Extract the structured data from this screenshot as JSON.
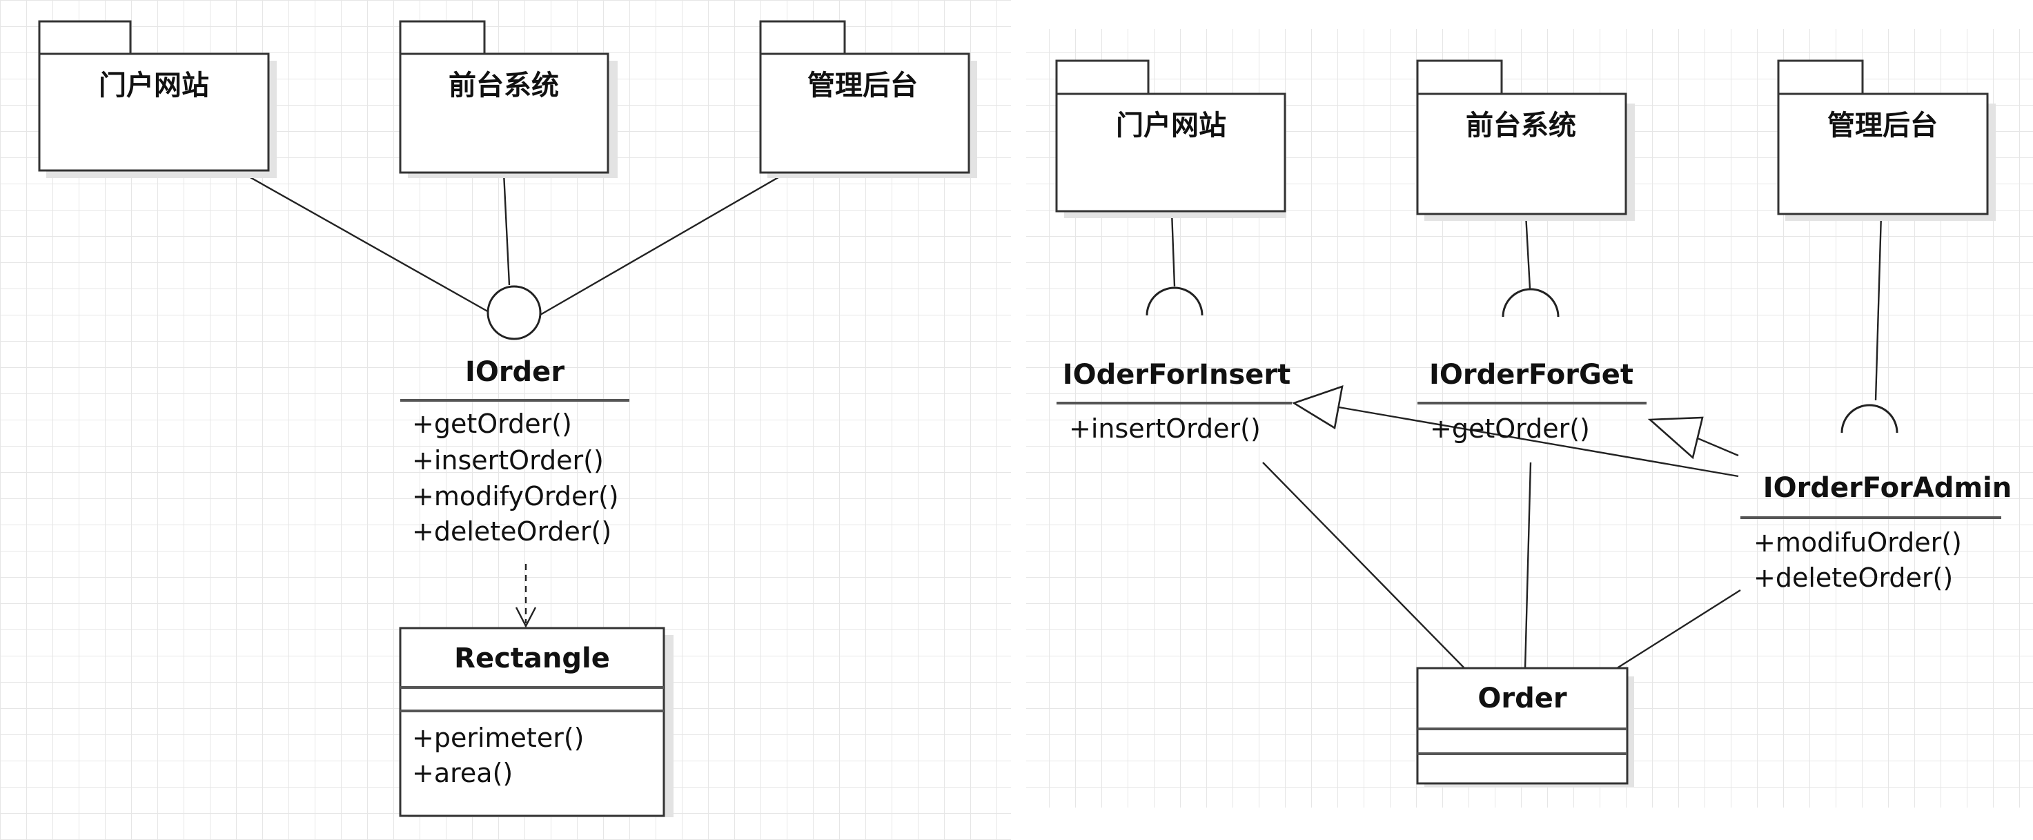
{
  "left_diagram": {
    "packages": [
      {
        "id": "portal",
        "label": "门户网站"
      },
      {
        "id": "frontend",
        "label": "前台系统"
      },
      {
        "id": "admin",
        "label": "管理后台"
      }
    ],
    "interface": {
      "name": "IOrder",
      "operations": [
        "+getOrder()",
        "+insertOrder()",
        "+modifyOrder()",
        "+deleteOrder()"
      ]
    },
    "class": {
      "name": "Rectangle",
      "operations": [
        "+perimeter()",
        "+area()"
      ]
    }
  },
  "right_diagram": {
    "packages": [
      {
        "id": "portal",
        "label": "门户网站"
      },
      {
        "id": "frontend",
        "label": "前台系统"
      },
      {
        "id": "admin",
        "label": "管理后台"
      }
    ],
    "interfaces": [
      {
        "id": "insert",
        "name": "IOderForInsert",
        "operations": [
          "+insertOrder()"
        ]
      },
      {
        "id": "get",
        "name": "IOrderForGet",
        "operations": [
          "+getOrder()"
        ]
      },
      {
        "id": "admin",
        "name": "IOrderForAdmin",
        "operations": [
          "+modifuOrder()",
          "+deleteOrder()"
        ]
      }
    ],
    "class": {
      "name": "Order"
    }
  }
}
